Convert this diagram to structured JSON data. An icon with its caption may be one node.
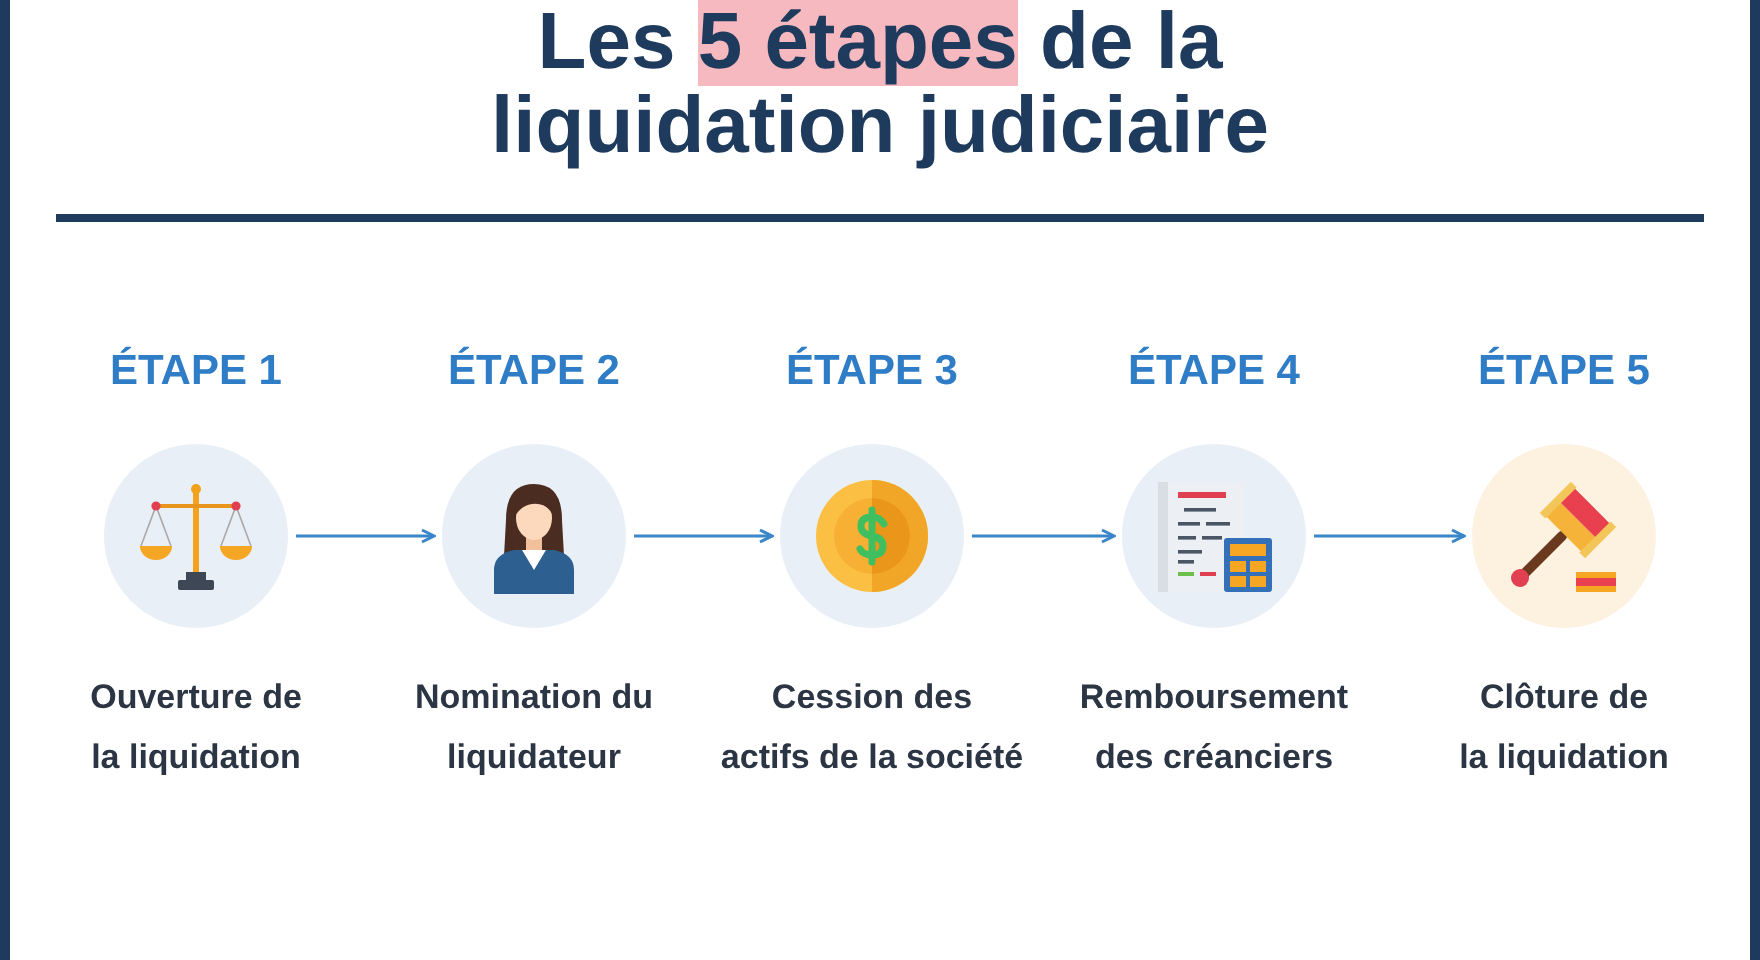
{
  "diagram": {
    "title": "Les **5 étapes** de la liquidation judiciaire",
    "nodes": [
      {
        "text": [],
        "shape": "circle",
        "beside": [
          "ÉTAPE 1",
          "Ouverture de la liquidation"
        ]
      },
      {
        "text": [],
        "shape": "circle",
        "beside": [
          "ÉTAPE 2",
          "Nomination du liquidateur"
        ]
      },
      {
        "text": [],
        "shape": "circle",
        "beside": [
          "ÉTAPE 3",
          "Cession des actifs de la société"
        ]
      },
      {
        "text": [],
        "shape": "circle",
        "beside": [
          "ÉTAPE 4",
          "Remboursement des créanciers"
        ]
      },
      {
        "text": [],
        "shape": "circle",
        "beside": [
          "ÉTAPE 5",
          "Clôture de la liquidation"
        ]
      }
    ],
    "edges": [
      {
        "from": 0,
        "to": 1,
        "arrow": "to"
      },
      {
        "from": 1,
        "to": 2,
        "arrow": "to"
      },
      {
        "from": 2,
        "to": 3,
        "arrow": "to"
      },
      {
        "from": 3,
        "to": 4,
        "arrow": "to"
      }
    ]
  }
}
